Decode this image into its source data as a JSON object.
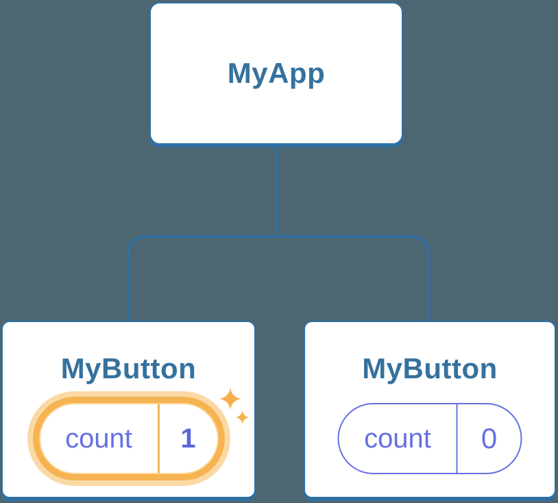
{
  "diagram": {
    "type": "component-tree",
    "root": {
      "title": "MyApp"
    },
    "children": [
      {
        "title": "MyButton",
        "state": {
          "label": "count",
          "value": "1"
        },
        "highlighted": true,
        "icon": "sparkles-icon"
      },
      {
        "title": "MyButton",
        "state": {
          "label": "count",
          "value": "0"
        },
        "highlighted": false
      }
    ]
  },
  "colors": {
    "bg": "#4C6672",
    "line": "#2E71A6",
    "cardBorder": "#2F70A2",
    "cardShadow": "#2F70A2",
    "title": "#35719E",
    "purple": "#6470E2",
    "valueBold": "#5B66D9",
    "orange": "#F6B351",
    "orangeGlow": "#FBD9A5",
    "orangeInner": "#FBD493",
    "sparkle": "#F6B04B",
    "cardBg": "#FFFFFF"
  }
}
